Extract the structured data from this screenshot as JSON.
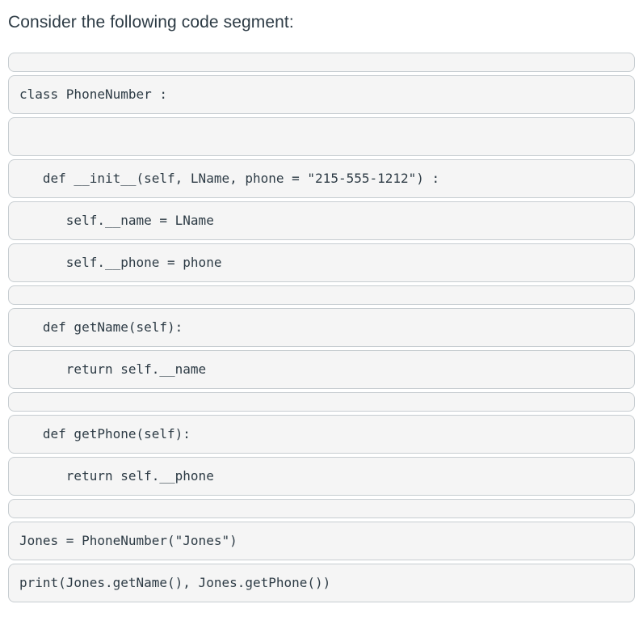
{
  "page": {
    "title": "Consider the following code segment:"
  },
  "colors": {
    "page_bg": "#ffffff",
    "box_bg": "#f5f5f5",
    "box_border": "#c7cdd1",
    "code_text": "#2d3b45",
    "title_text": "#2d3b45"
  },
  "code_language": "python",
  "code_lines": [
    {
      "text": ""
    },
    {
      "text": "class PhoneNumber :"
    },
    {
      "text": " "
    },
    {
      "text": "   def __init__(self, LName, phone = \"215-555-1212\") :"
    },
    {
      "text": "      self.__name = LName"
    },
    {
      "text": "      self.__phone = phone"
    },
    {
      "text": ""
    },
    {
      "text": "   def getName(self):"
    },
    {
      "text": "      return self.__name"
    },
    {
      "text": ""
    },
    {
      "text": "   def getPhone(self):"
    },
    {
      "text": "      return self.__phone"
    },
    {
      "text": ""
    },
    {
      "text": "Jones = PhoneNumber(\"Jones\")"
    },
    {
      "text": "print(Jones.getName(), Jones.getPhone())"
    }
  ]
}
